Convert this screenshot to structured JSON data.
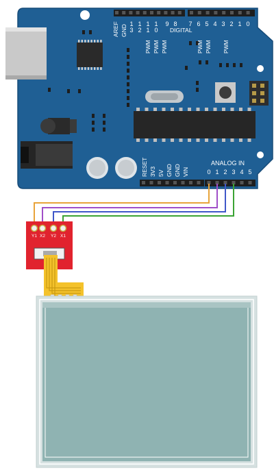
{
  "arduino": {
    "digital_header": {
      "aref": "AREF",
      "gnd": "GND",
      "pins_top": [
        "1",
        "1",
        "1",
        "1",
        "9",
        "8",
        "7",
        "6",
        "5",
        "4",
        "3",
        "2",
        "1",
        "0"
      ],
      "pins_bottom": [
        "3",
        "2",
        "1",
        "0"
      ],
      "digital_label": "DIGITAL",
      "pwm_label": "PWM"
    },
    "power_header": {
      "labels": [
        "RESET",
        "3V3",
        "5V",
        "GND",
        "GND",
        "VIN"
      ]
    },
    "analog_header": {
      "title": "ANALOG IN",
      "pins": [
        "0",
        "1",
        "2",
        "3",
        "4",
        "5"
      ]
    }
  },
  "breakout": {
    "pins": [
      "Y1",
      "X2",
      "Y2",
      "X1"
    ]
  },
  "wires": [
    {
      "from": "Y1",
      "to": "A0",
      "color": "#e8a33a"
    },
    {
      "from": "X2",
      "to": "A1",
      "color": "#a04ec8"
    },
    {
      "from": "Y2",
      "to": "A2",
      "color": "#3f57c9"
    },
    {
      "from": "X1",
      "to": "A3",
      "color": "#3aa334"
    }
  ],
  "colors": {
    "board": "#1f5f94",
    "board_edge": "#174b78",
    "breakout": "#e1232e",
    "ribbon": "#f4c22b",
    "touch_panel": "#8fb3b2",
    "touch_frame": "#d6e1e1"
  }
}
